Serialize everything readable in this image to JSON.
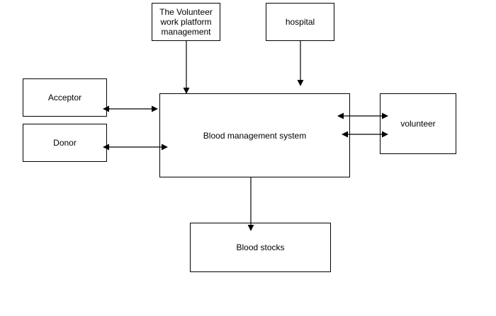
{
  "diagram": {
    "nodes": {
      "vwpm": {
        "label": "The Volunteer\nwork platform\nmanagement"
      },
      "hospital": {
        "label": "hospital"
      },
      "acceptor": {
        "label": "Acceptor"
      },
      "donor": {
        "label": "Donor"
      },
      "bms": {
        "label": "Blood management system"
      },
      "volunteer": {
        "label": "volunteer"
      },
      "stocks": {
        "label": "Blood stocks"
      }
    },
    "edges": [
      {
        "from": "vwpm",
        "to": "bms",
        "direction": "one-way"
      },
      {
        "from": "hospital",
        "to": "bms",
        "direction": "one-way"
      },
      {
        "from": "acceptor",
        "to": "bms",
        "direction": "two-way"
      },
      {
        "from": "donor",
        "to": "bms",
        "direction": "two-way"
      },
      {
        "from": "bms",
        "to": "volunteer",
        "direction": "two-way"
      },
      {
        "from": "bms",
        "to": "volunteer",
        "direction": "two-way"
      },
      {
        "from": "bms",
        "to": "stocks",
        "direction": "one-way"
      }
    ],
    "colors": {
      "stroke": "#000000",
      "fill": "#ffffff",
      "text": "#000000"
    }
  }
}
